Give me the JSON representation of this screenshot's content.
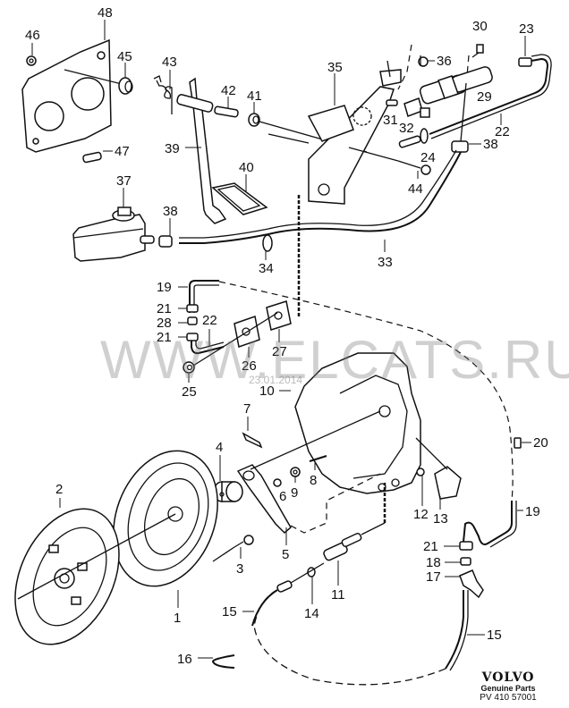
{
  "diagram": {
    "title": "Clutch hydraulic system exploded parts diagram",
    "callouts": [
      {
        "id": "c1",
        "label": "1"
      },
      {
        "id": "c2",
        "label": "2"
      },
      {
        "id": "c3",
        "label": "3"
      },
      {
        "id": "c4",
        "label": "4"
      },
      {
        "id": "c5",
        "label": "5"
      },
      {
        "id": "c6",
        "label": "6"
      },
      {
        "id": "c7",
        "label": "7"
      },
      {
        "id": "c8",
        "label": "8"
      },
      {
        "id": "c9",
        "label": "9"
      },
      {
        "id": "c10",
        "label": "10"
      },
      {
        "id": "c11",
        "label": "11"
      },
      {
        "id": "c12",
        "label": "12"
      },
      {
        "id": "c13",
        "label": "13"
      },
      {
        "id": "c14",
        "label": "14"
      },
      {
        "id": "c15a",
        "label": "15"
      },
      {
        "id": "c15b",
        "label": "15"
      },
      {
        "id": "c16",
        "label": "16"
      },
      {
        "id": "c17",
        "label": "17"
      },
      {
        "id": "c18",
        "label": "18"
      },
      {
        "id": "c19a",
        "label": "19"
      },
      {
        "id": "c19b",
        "label": "19"
      },
      {
        "id": "c20",
        "label": "20"
      },
      {
        "id": "c21a",
        "label": "21"
      },
      {
        "id": "c21b",
        "label": "21"
      },
      {
        "id": "c21c",
        "label": "21"
      },
      {
        "id": "c22a",
        "label": "22"
      },
      {
        "id": "c22b",
        "label": "22"
      },
      {
        "id": "c23",
        "label": "23"
      },
      {
        "id": "c24",
        "label": "24"
      },
      {
        "id": "c25",
        "label": "25"
      },
      {
        "id": "c26",
        "label": "26"
      },
      {
        "id": "c27",
        "label": "27"
      },
      {
        "id": "c28",
        "label": "28"
      },
      {
        "id": "c29",
        "label": "29"
      },
      {
        "id": "c30",
        "label": "30"
      },
      {
        "id": "c31",
        "label": "31"
      },
      {
        "id": "c32",
        "label": "32"
      },
      {
        "id": "c33",
        "label": "33"
      },
      {
        "id": "c34",
        "label": "34"
      },
      {
        "id": "c35",
        "label": "35"
      },
      {
        "id": "c36",
        "label": "36"
      },
      {
        "id": "c37",
        "label": "37"
      },
      {
        "id": "c38a",
        "label": "38"
      },
      {
        "id": "c38b",
        "label": "38"
      },
      {
        "id": "c39",
        "label": "39"
      },
      {
        "id": "c40",
        "label": "40"
      },
      {
        "id": "c41",
        "label": "41"
      },
      {
        "id": "c42",
        "label": "42"
      },
      {
        "id": "c43",
        "label": "43"
      },
      {
        "id": "c44",
        "label": "44"
      },
      {
        "id": "c45",
        "label": "45"
      },
      {
        "id": "c46",
        "label": "46"
      },
      {
        "id": "c47",
        "label": "47"
      },
      {
        "id": "c48",
        "label": "48"
      }
    ]
  },
  "watermark": {
    "text": "WWW.ELCATS.RU",
    "date": "23.01.2014"
  },
  "brand": {
    "logo": "VOLVO",
    "subtitle": "Genuine Parts",
    "code": "PV 410 57001"
  }
}
